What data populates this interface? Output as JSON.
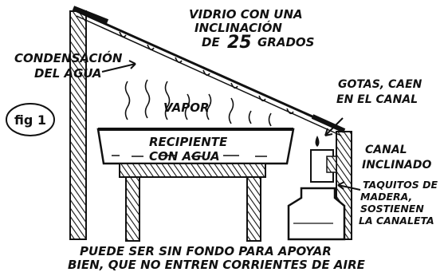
{
  "figure": {
    "number_label": "fig 1"
  },
  "labels": {
    "glass_line1": "VIDRIO CON UNA",
    "glass_line2": "INCLINACIÓN",
    "glass_line3_prefix": "DE",
    "glass_line3_number": "25",
    "glass_line3_suffix": "GRADOS",
    "condensation_line1": "CONDENSACIÓN",
    "condensation_line2": "DEL AGUA",
    "vapor": "VAPOR",
    "drops_line1": "GOTAS, CAEN",
    "drops_line2": "EN EL CANAL",
    "container_line1": "RECIPIENTE",
    "container_line2": "CON AGUA",
    "channel_line1": "CANAL",
    "channel_line2": "INCLINADO",
    "blocks_line1": "TAQUITOS DE",
    "blocks_line2": "MADERA,",
    "blocks_line3": "SOSTIENEN",
    "blocks_line4": "LA CANALETA",
    "caption_line1": "PUEDE SER SIN FONDO PARA APOYAR",
    "caption_line2": "BIEN, QUE NO ENTREN CORRIENTES DE AIRE"
  }
}
